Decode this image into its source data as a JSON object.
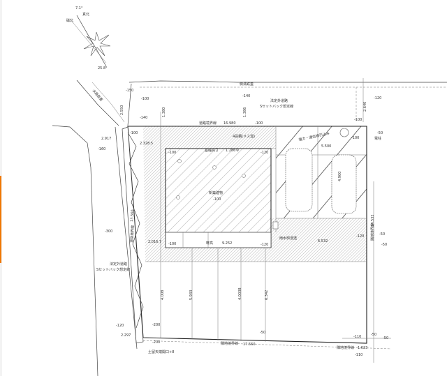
{
  "compass": {
    "declination_top": "7.1°",
    "label_magnetic": "磁北",
    "label_true": "真北",
    "angle_bottom": "25.8°"
  },
  "road_top": {
    "label": "側溝鉄蓋",
    "level_left": "-100",
    "level_mid": "-140",
    "setback_label_1": "法定外道路",
    "setback_label_2": "Sセットバック想定線",
    "dim_1": "1.380",
    "dim_2": "1.386",
    "level_right": "-120",
    "dim_right": "2.640",
    "level_corner": "-100"
  },
  "road_left": {
    "label": "水路鉄蓋",
    "dim_top": "2.550",
    "level_a": "-150",
    "level_b": "-140",
    "dim_width": "2.917",
    "level_c": "-160",
    "level_d": "-100",
    "level_e": "-300",
    "boundary_label": "道路境界線",
    "boundary_len": "13.560",
    "setback_label_1": "法定外道路",
    "setback_label_2": "Sセットバック想定線",
    "dim_bottom": "2.297",
    "level_f": "-120",
    "level_g": "-200",
    "level_h": "-200",
    "marker_label": "土留天端開口+8"
  },
  "site": {
    "top_boundary": "道路境界線",
    "top_len": "16.980",
    "top_level": "-100",
    "setback_top_dim": "2.328.5",
    "setback_left_dim": "2.016.7",
    "wall_label": "4段積(メス溜)",
    "pole_label": "電柱",
    "pole_level": "-50",
    "pole_level2": "-100",
    "power_label": "電力・通信線引込み",
    "power_dim": "5.500",
    "right_boundary": "隣地境界線",
    "right_len": "14.532",
    "right_level_a": "-120",
    "right_level_b": "-50",
    "right_level_c": "-50",
    "bottom_boundary": "隣地境界線",
    "bottom_len": "17.560",
    "bottom_level": "-50",
    "corner_boundary": "隣地境界線",
    "corner_len": "1.623",
    "corner_level_a": "-110",
    "corner_level_b": "-50",
    "corner_level_c": "-50",
    "corner_level_d": "-110",
    "inner_dim": "6.532",
    "car_dim": "4.900",
    "dims_vertical": [
      "4.008",
      "5.933",
      "4.0038",
      "6.342"
    ],
    "drain_label": "雨水桝浸透"
  },
  "building": {
    "label": "新築建物",
    "level": "-100",
    "corner_tl": "-100",
    "corner_tr": "-120",
    "height_label": "基礎高さ",
    "height_val": "1.286今",
    "lower_left": "-100",
    "lower_right": "-120",
    "bottom_label": "軒高",
    "bottom_val": "9.252"
  }
}
